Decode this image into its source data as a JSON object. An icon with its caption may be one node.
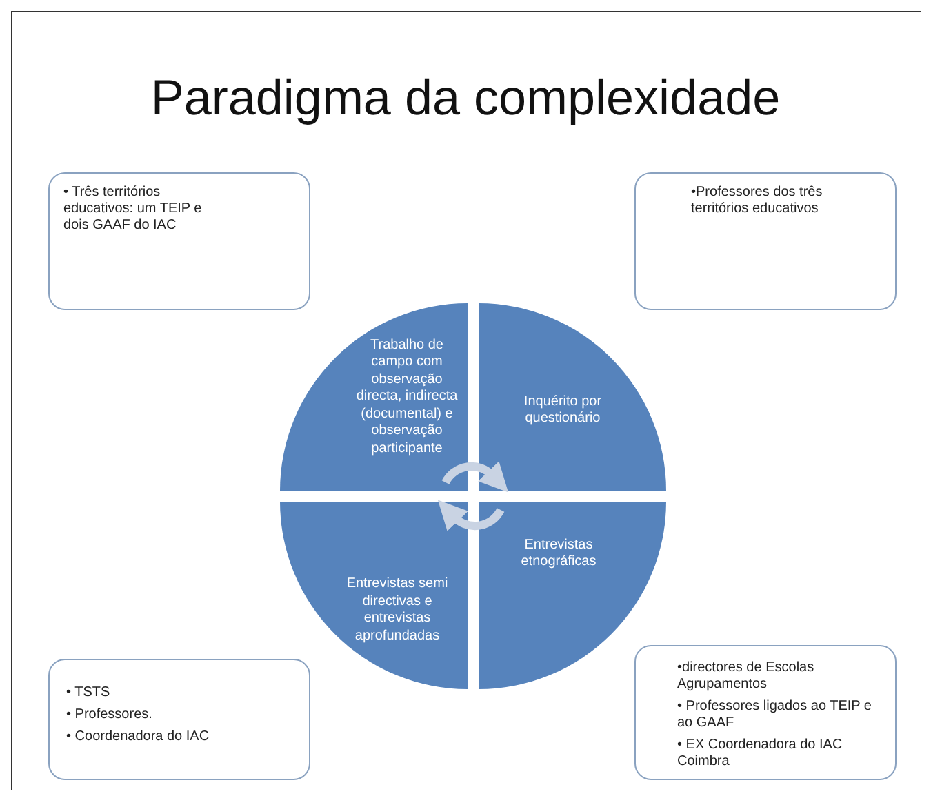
{
  "diagram": {
    "title": "Paradigma da complexidade",
    "nodes": [
      {
        "text": [
          "• Três territórios educativos: um TEIP e dois GAAF do IAC"
        ]
      },
      {
        "text": [
          "•Professores dos três territórios educativos"
        ]
      },
      {
        "text": [
          "Trabalho de campo com observação directa, indirecta (documental) e observação participante"
        ]
      },
      {
        "text": [
          "Inquérito por questionário"
        ]
      },
      {
        "text": [
          "Entrevistas semi directivas e entrevistas aprofundadas"
        ]
      },
      {
        "text": [
          "Entrevistas etnográficas"
        ]
      },
      {
        "text": [
          "• TSTS",
          "• Professores.",
          "• Coordenadora do IAC"
        ]
      },
      {
        "text": [
          "•directores de Escolas Agrupamentos",
          "• Professores ligados ao TEIP e ao GAAF",
          "• EX Coordenadora do IAC Coimbra"
        ]
      }
    ],
    "edges": [
      {
        "from": 2,
        "to": 3,
        "arrow": "to"
      },
      {
        "from": 5,
        "to": 4,
        "arrow": "to"
      }
    ]
  }
}
